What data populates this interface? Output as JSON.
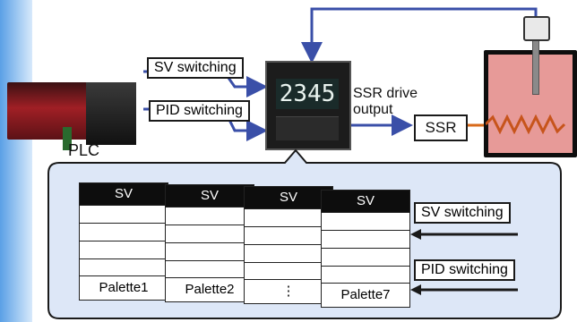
{
  "labels": {
    "sv_switching_top": "SV switching",
    "pid_switching_top": "PID switching",
    "plc": "PLC",
    "ssr_drive_output_line1": "SSR drive",
    "ssr_drive_output_line2": "output",
    "ssr": "SSR",
    "controller_display": "2345"
  },
  "palettes": [
    {
      "header": "SV",
      "footer": "Palette1"
    },
    {
      "header": "SV",
      "footer": "Palette2"
    },
    {
      "header": "SV",
      "footer": "⋮"
    },
    {
      "header": "SV",
      "footer": "Palette7"
    }
  ],
  "bottom_inputs": {
    "sv_switching": "SV switching",
    "pid_switching": "PID switching"
  },
  "colors": {
    "arrow_blue": "#3a4fa8",
    "heater_orange": "#d86a1a",
    "tank_fill": "#e79a98",
    "panel_fill": "#dde7f7",
    "left_gradient": "#7fb8ee"
  }
}
